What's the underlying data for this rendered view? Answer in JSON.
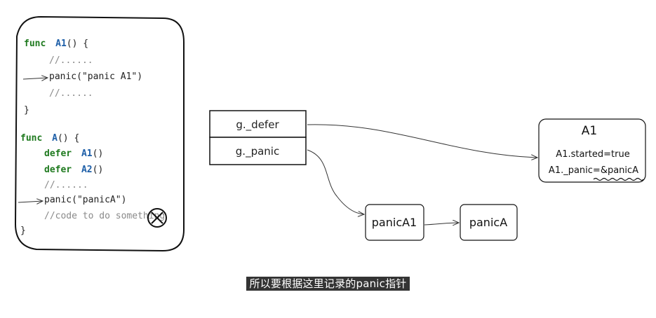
{
  "code": {
    "a1_func_keyword": "func",
    "a1_name": "A1",
    "a1_sig_tail": "() {",
    "a1_comment1": "//......",
    "a1_panic": "panic(\"panic A1\")",
    "a1_comment2": "//......",
    "a1_close": "}",
    "a_func_keyword": "func",
    "a_name": "A",
    "a_sig_tail": "() {",
    "defer_keyword": "defer",
    "defer_a1_name": "A1",
    "defer_a2_name": "A2",
    "call_parens": "()",
    "a_comment": "//......",
    "a_panic": "panic(\"panicA\")",
    "a_code_comment": "//code to do something",
    "a_close": "}"
  },
  "g_box": {
    "defer_label": "g._defer",
    "panic_label": "g._panic"
  },
  "a1_box": {
    "title": "A1",
    "started": "A1.started=true",
    "panic_ref": "A1._panic=&panicA"
  },
  "panic_nodes": {
    "panic_a1": "panicA1",
    "panic_a": "panicA"
  },
  "subtitle": "所以要根据这里记录的panic指针",
  "colors": {
    "keyword": "#1f7a1f",
    "func_name": "#1e5fa8",
    "comment": "#8a8a8a",
    "text": "#222222",
    "line": "#333333",
    "squiggle": "#111111"
  }
}
